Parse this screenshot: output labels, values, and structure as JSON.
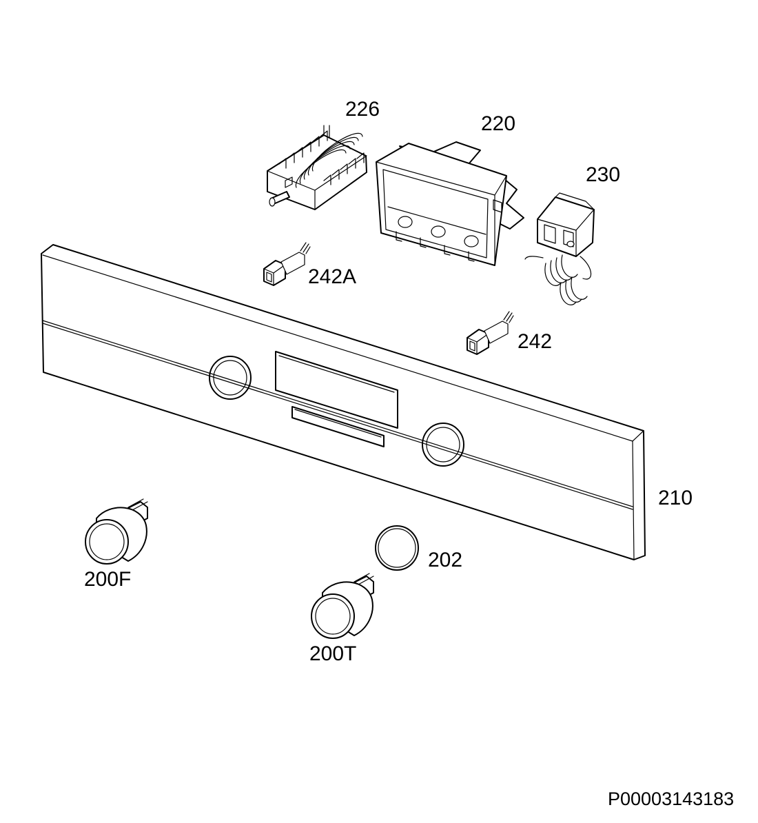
{
  "labels": {
    "p226": "226",
    "p220": "220",
    "p230": "230",
    "p242A": "242A",
    "p242": "242",
    "p210": "210",
    "p202": "202",
    "p200F": "200F",
    "p200T": "200T"
  },
  "document_code": "P00003143183",
  "icons": {
    "control_panel": "control-panel-icon",
    "switch": "rotary-switch-icon",
    "display_housing": "display-housing-icon",
    "thermostat": "thermostat-icon",
    "lamp": "indicator-lamp-icon",
    "knob": "control-knob-icon",
    "ring": "trim-ring-icon"
  }
}
